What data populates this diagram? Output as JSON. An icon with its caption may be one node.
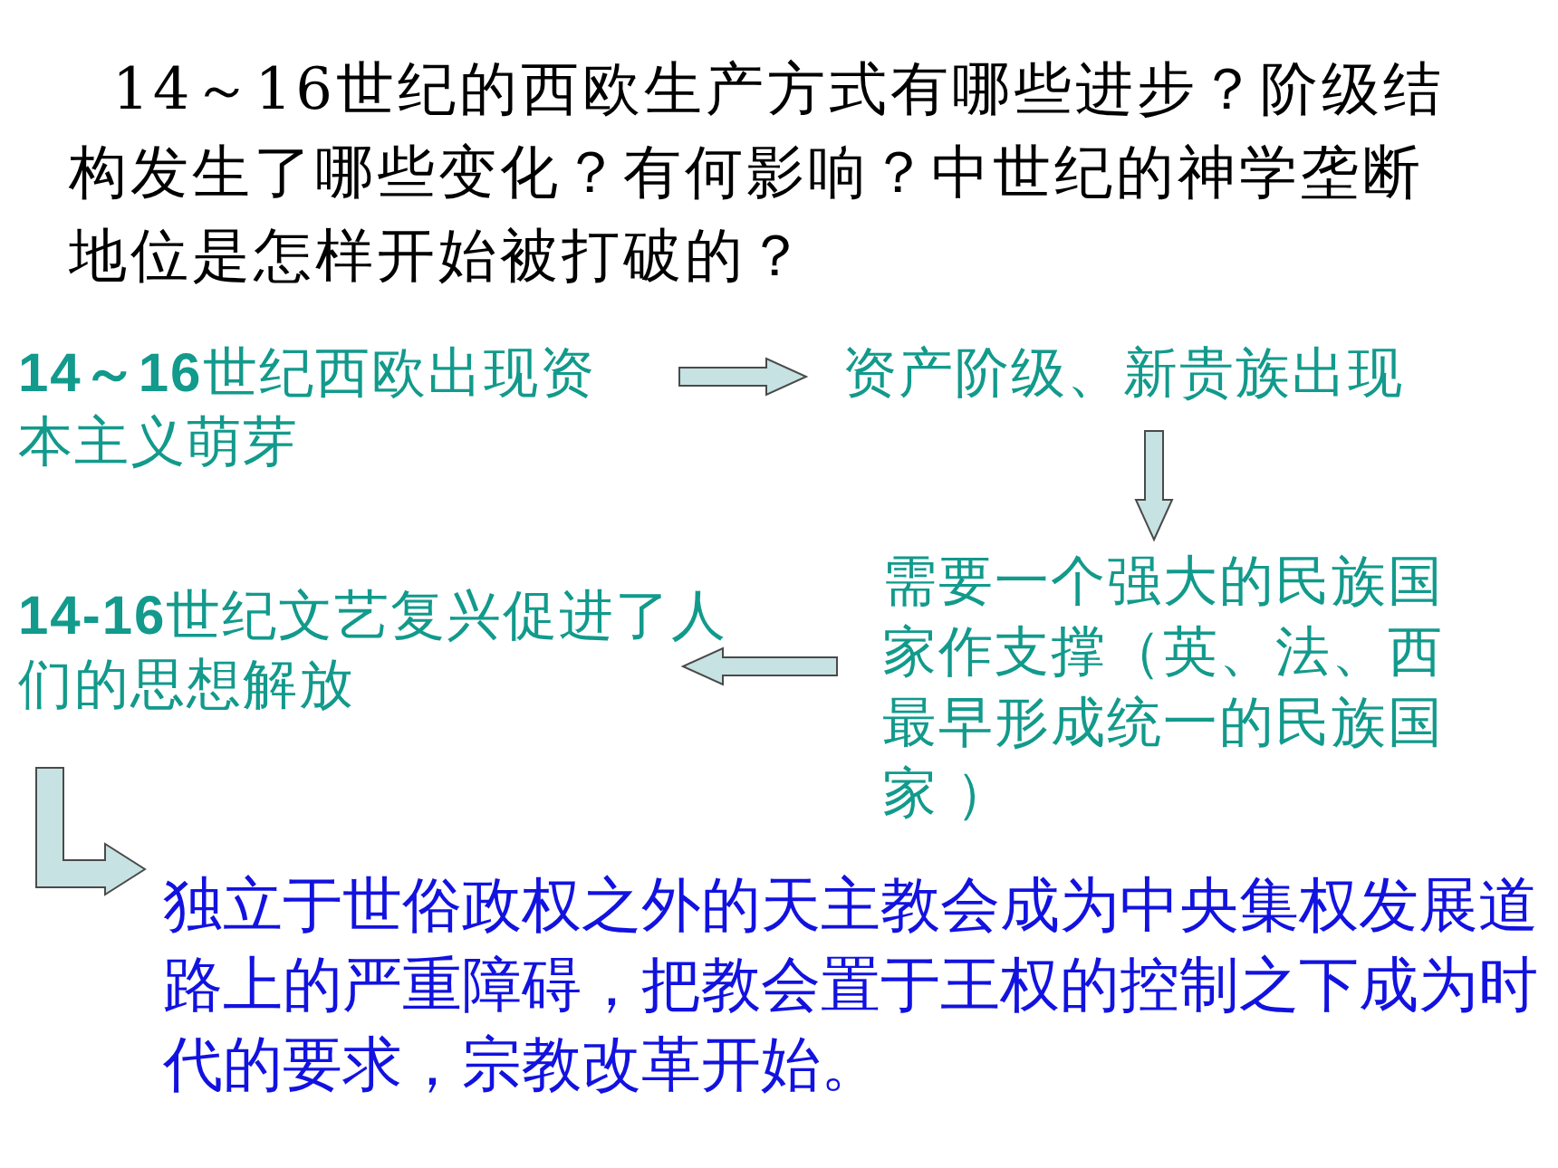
{
  "diagram": {
    "title": "14～16世纪的西欧生产方式有哪些进步？阶级结构发生了哪些变化？有何影响？中世纪的神学垄断地位是怎样开始被打破的？",
    "nodes": [
      {
        "text": [
          "**14～16**世纪西欧出现资本主义萌芽"
        ]
      },
      {
        "text": [
          "资产阶级、新贵族出现"
        ]
      },
      {
        "text": [
          "需要一个强大的民族国家作支撑（英、法、西最早形成统一的民族国家 ）"
        ]
      },
      {
        "text": [
          "**14-16**世纪文艺复兴促进了人们的思想解放"
        ]
      },
      {
        "text": [
          "独立于世俗政权之外的天主教会成为中央集权发展道路上的严重障碍，把教会置于王权的控制之下成为时代的要求，宗教改革开始。"
        ]
      }
    ],
    "edges": [
      {
        "from": 0,
        "to": 1,
        "arrow": "to"
      },
      {
        "from": 1,
        "to": 2,
        "arrow": "to"
      },
      {
        "from": 2,
        "to": 3,
        "arrow": "to"
      },
      {
        "from": 3,
        "to": 4,
        "arrow": "to"
      }
    ]
  }
}
